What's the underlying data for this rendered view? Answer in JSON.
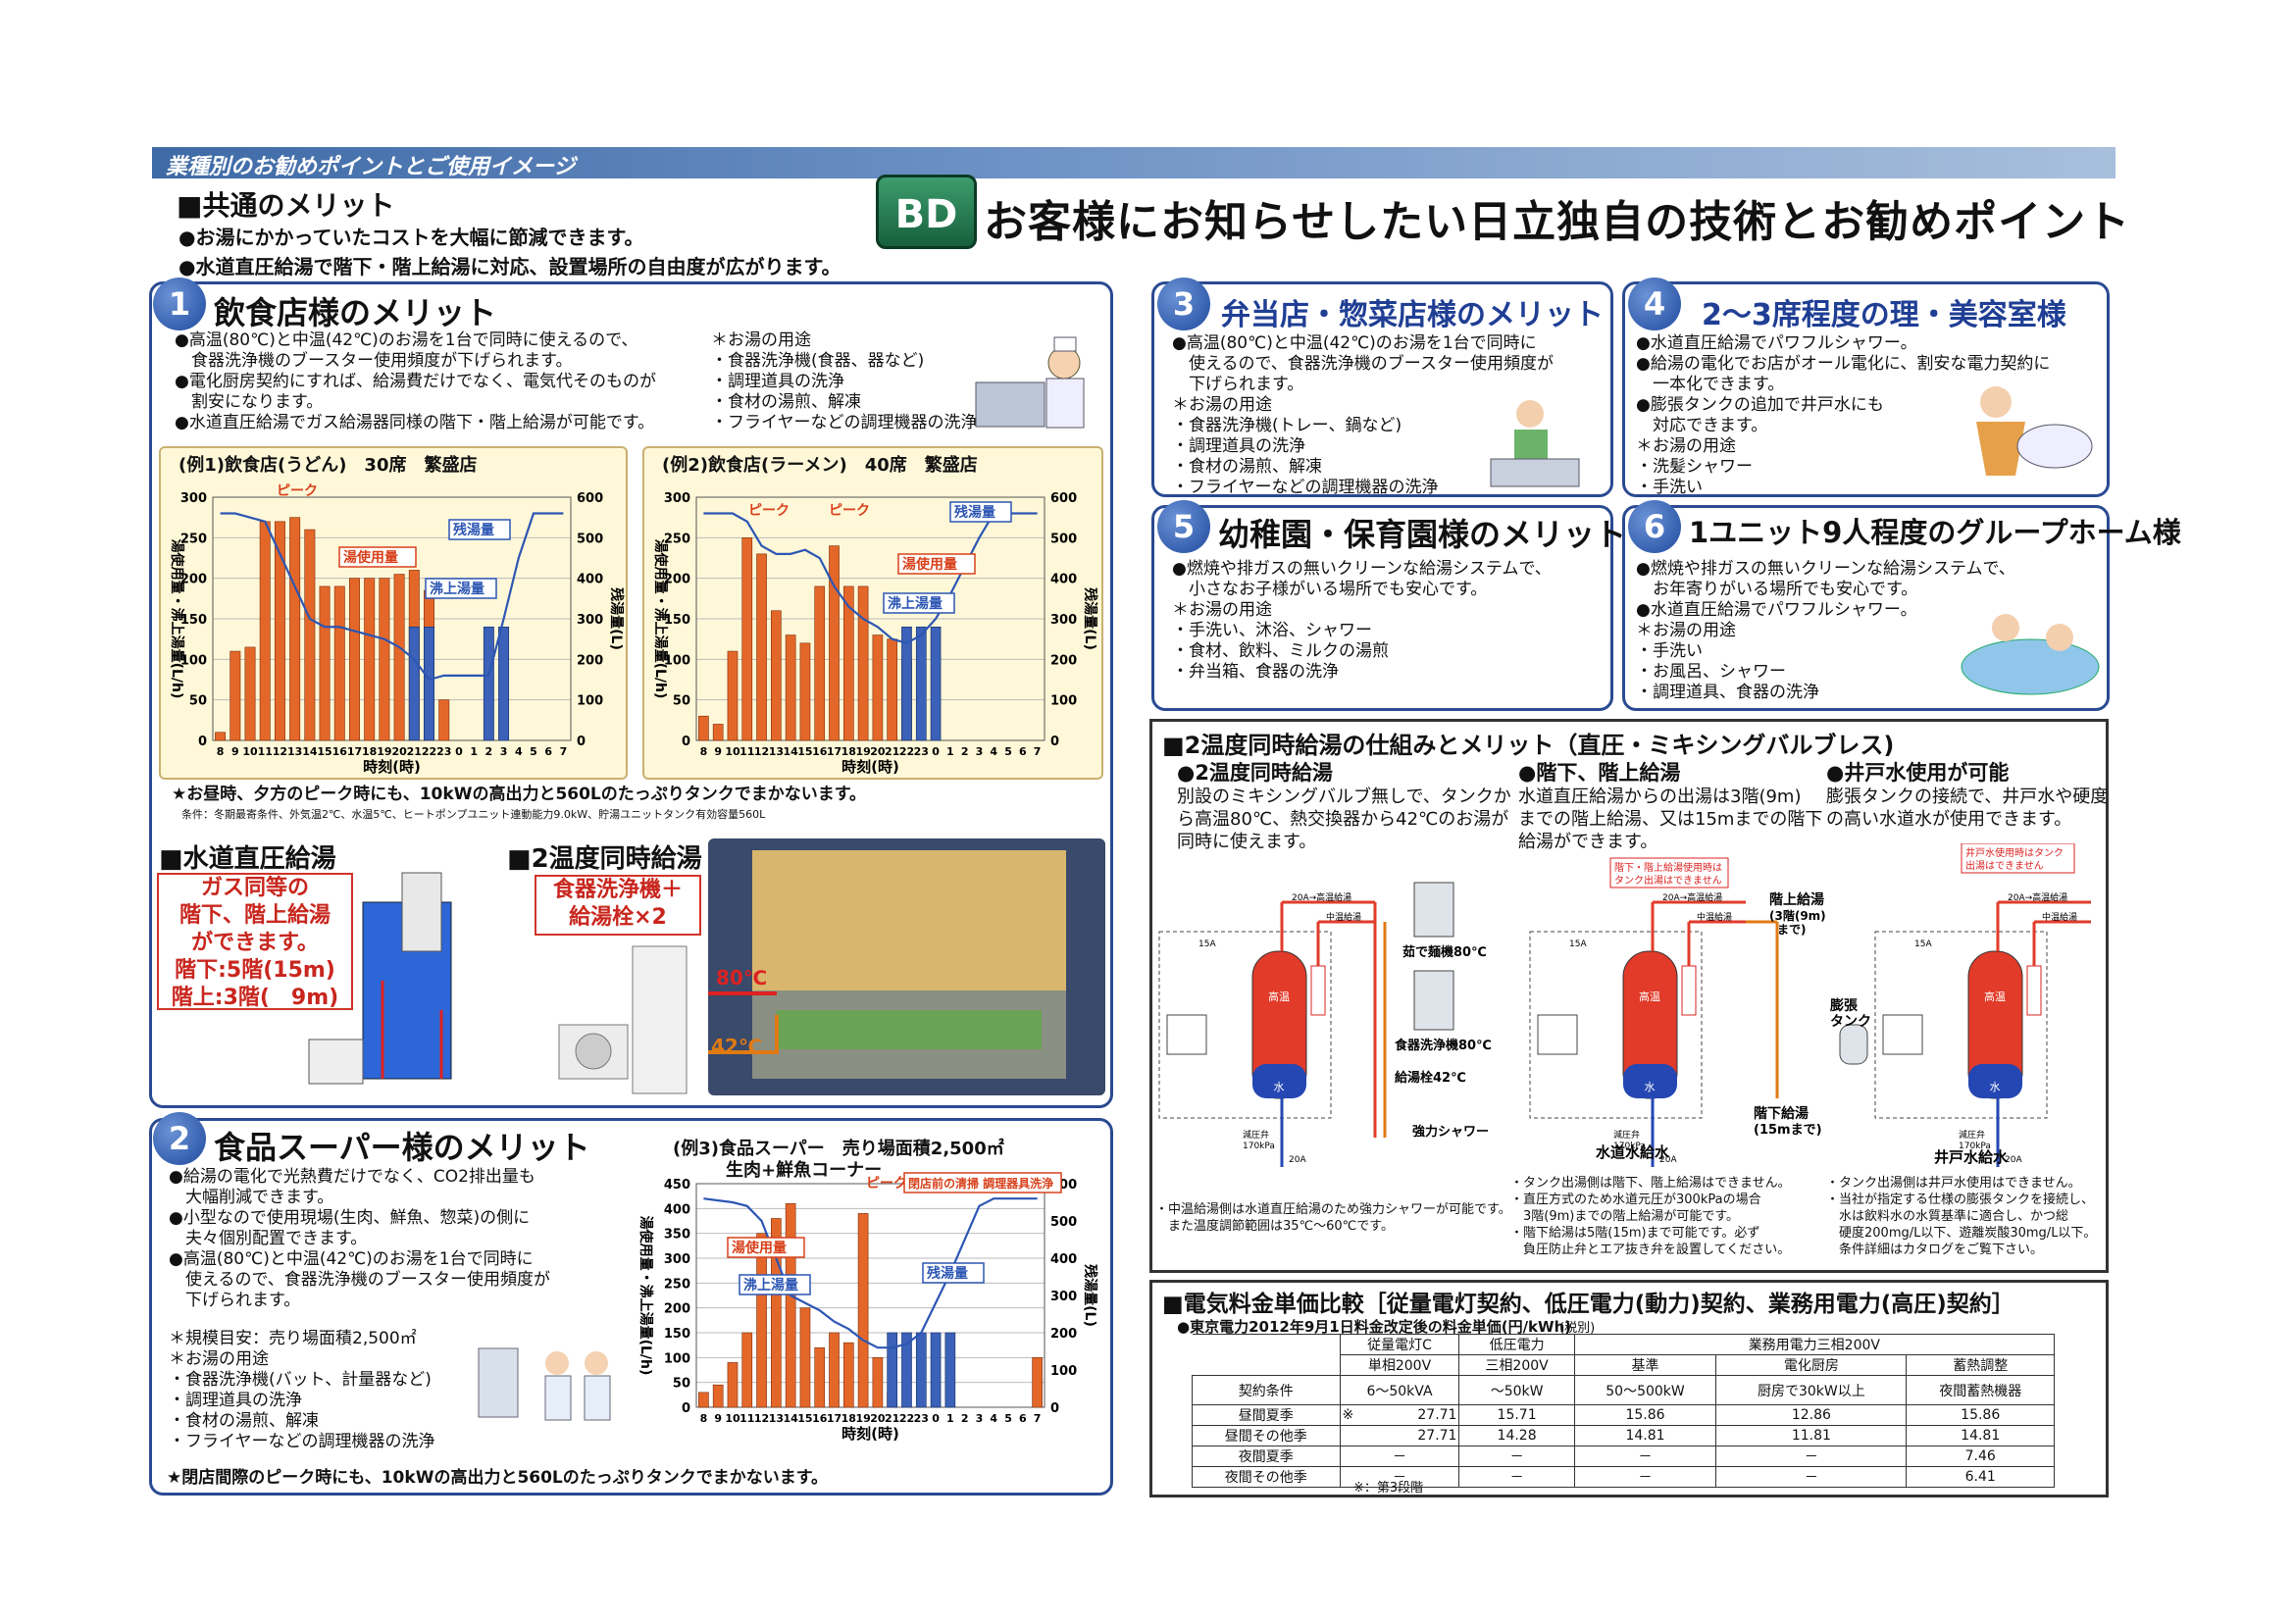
{
  "header": {
    "bar": "業種別のお勧めポイントとご使用イメージ",
    "common_title": "■共通のメリット",
    "common": [
      "●お湯にかかっていたコストを大幅に節減できます。",
      "●水道直圧給湯で階下・階上給湯に対応、設置場所の自由度が広がります。"
    ],
    "badge": "BD",
    "title": "お客様にお知らせしたい日立独自の技術とお勧めポイント"
  },
  "p1": {
    "num": "1",
    "title": "飲食店様のメリット",
    "lines": [
      "●高温(80℃)と中温(42℃)のお湯を1台で同時に使えるので、",
      "　食器洗浄機のブースター使用頻度が下げられます。",
      "●電化厨房契約にすれば、給湯費だけでなく、電気代そのものが",
      "　割安になります。",
      "●水道直圧給湯でガス給湯器同様の階下・階上給湯が可能です。"
    ],
    "uses_title": "＊お湯の用途",
    "uses": [
      "・食器洗浄機(食器、器など)",
      "・調理道具の洗浄",
      "・食材の湯煎、解凍",
      "・フライヤーなどの調理機器の洗浄"
    ],
    "foot1": "★お昼時、夕方のピーク時にも、10kWの高出力と560Lのたっぷりタンクでまかないます。",
    "foot2": "条件：冬期最寄条件、外気温2℃、水温5℃、ヒートポンプユニット連動能力9.0kW、貯湯ユニットタンク有効容量560L"
  },
  "chart_data": [
    {
      "type": "bar",
      "title": "(例1)飲食店(うどん)　30席　繁盛店",
      "xlabel": "時刻(時)",
      "ylabel": "湯使用量・沸上湯量(L/h)",
      "y2label": "残湯量(L)",
      "ylim": [
        0,
        300
      ],
      "y2lim": [
        0,
        600
      ],
      "yticks": [
        "300",
        "250",
        "200",
        "150",
        "100",
        "50",
        "0"
      ],
      "y2ticks": [
        "600",
        "500",
        "400",
        "300",
        "200",
        "100",
        "0"
      ],
      "categories": [
        "8",
        "9",
        "10",
        "11",
        "12",
        "13",
        "14",
        "15",
        "16",
        "17",
        "18",
        "19",
        "20",
        "21",
        "22",
        "23",
        "0",
        "1",
        "2",
        "3",
        "4",
        "5",
        "6",
        "7"
      ],
      "series": [
        {
          "name": "湯使用量",
          "values": [
            10,
            110,
            115,
            270,
            270,
            275,
            260,
            190,
            190,
            200,
            200,
            200,
            205,
            210,
            185,
            50,
            0,
            0,
            0,
            0,
            0,
            0,
            0,
            0
          ]
        },
        {
          "name": "沸上湯量",
          "values": [
            0,
            0,
            0,
            0,
            0,
            0,
            0,
            0,
            0,
            0,
            0,
            0,
            0,
            140,
            140,
            0,
            0,
            0,
            140,
            140,
            0,
            0,
            0,
            0
          ]
        },
        {
          "name": "残湯量",
          "values": [
            560,
            560,
            550,
            540,
            460,
            380,
            300,
            280,
            280,
            270,
            260,
            250,
            230,
            200,
            150,
            160,
            160,
            160,
            160,
            300,
            450,
            560,
            560,
            560
          ]
        }
      ],
      "labels": {
        "peak": "ピーク",
        "use": "湯使用量",
        "heat": "沸上湯量",
        "remain": "残湯量"
      }
    },
    {
      "type": "bar",
      "title": "(例2)飲食店(ラーメン)　40席　繁盛店",
      "xlabel": "時刻(時)",
      "ylabel": "湯使用量・沸上湯量(L/h)",
      "y2label": "残湯量(L)",
      "ylim": [
        0,
        300
      ],
      "y2lim": [
        0,
        600
      ],
      "yticks": [
        "300",
        "250",
        "200",
        "150",
        "100",
        "50",
        "0"
      ],
      "y2ticks": [
        "600",
        "500",
        "400",
        "300",
        "200",
        "100",
        "0"
      ],
      "categories": [
        "8",
        "9",
        "10",
        "11",
        "12",
        "13",
        "14",
        "15",
        "16",
        "17",
        "18",
        "19",
        "20",
        "21",
        "22",
        "23",
        "0",
        "1",
        "2",
        "3",
        "4",
        "5",
        "6",
        "7"
      ],
      "series": [
        {
          "name": "湯使用量",
          "values": [
            30,
            20,
            110,
            250,
            230,
            160,
            130,
            120,
            190,
            240,
            190,
            190,
            130,
            125,
            100,
            0,
            0,
            0,
            0,
            0,
            0,
            0,
            0,
            0
          ]
        },
        {
          "name": "沸上湯量",
          "values": [
            0,
            0,
            0,
            0,
            0,
            0,
            0,
            0,
            0,
            0,
            0,
            0,
            0,
            0,
            140,
            140,
            140,
            0,
            0,
            0,
            0,
            0,
            0,
            0
          ]
        },
        {
          "name": "残湯量",
          "values": [
            560,
            560,
            560,
            540,
            480,
            460,
            460,
            470,
            450,
            380,
            330,
            300,
            280,
            250,
            240,
            260,
            300,
            360,
            430,
            500,
            560,
            560,
            560,
            560
          ]
        }
      ],
      "labels": {
        "peak1": "ピーク",
        "peak2": "ピーク",
        "use": "湯使用量",
        "heat": "沸上湯量",
        "remain": "残湯量"
      }
    },
    {
      "type": "bar",
      "title": "(例3)食品スーパー　売り場面積2,500㎡",
      "subtitle": "生肉+鮮魚コーナー",
      "xlabel": "時刻(時)",
      "ylabel": "湯使用量・沸上湯量(L/h)",
      "y2label": "残湯量(L)",
      "ylim": [
        0,
        450
      ],
      "y2lim": [
        0,
        600
      ],
      "yticks": [
        "450",
        "400",
        "350",
        "300",
        "250",
        "200",
        "150",
        "100",
        "50",
        "0"
      ],
      "y2ticks": [
        "600",
        "500",
        "400",
        "300",
        "200",
        "100",
        "0"
      ],
      "categories": [
        "8",
        "9",
        "10",
        "11",
        "12",
        "13",
        "14",
        "15",
        "16",
        "17",
        "18",
        "19",
        "20",
        "21",
        "22",
        "23",
        "0",
        "1",
        "2",
        "3",
        "4",
        "5",
        "6",
        "7"
      ],
      "series": [
        {
          "name": "湯使用量",
          "values": [
            30,
            45,
            90,
            150,
            350,
            380,
            410,
            200,
            120,
            150,
            130,
            390,
            100,
            30,
            0,
            0,
            0,
            0,
            0,
            0,
            0,
            0,
            0,
            100
          ]
        },
        {
          "name": "沸上湯量",
          "values": [
            0,
            0,
            0,
            0,
            0,
            0,
            0,
            0,
            0,
            0,
            0,
            0,
            0,
            150,
            150,
            150,
            150,
            150,
            0,
            0,
            0,
            0,
            0,
            0
          ]
        },
        {
          "name": "残湯量",
          "values": [
            560,
            555,
            550,
            540,
            500,
            400,
            300,
            280,
            260,
            230,
            210,
            180,
            160,
            160,
            170,
            200,
            280,
            360,
            450,
            540,
            560,
            560,
            560,
            560
          ]
        }
      ],
      "labels": {
        "peak": "ピーク",
        "closing": "閉店前の清掃 調理器具洗浄",
        "use": "湯使用量",
        "heat": "沸上湯量",
        "remain": "残湯量"
      }
    }
  ],
  "direct": {
    "title": "■水道直圧給湯",
    "box": [
      "ガス同等の",
      "階下、階上給湯",
      "ができます。",
      "階下:5階(15m)",
      "階上:3階(　9m)"
    ]
  },
  "dual": {
    "title": "■2温度同時給湯",
    "box": [
      "食器洗浄機＋",
      "給湯栓×2"
    ],
    "t80": "80℃",
    "t42": "42℃"
  },
  "p2": {
    "num": "2",
    "title": "食品スーパー様のメリット",
    "lines": [
      "●給湯の電化で光熱費だけでなく、CO2排出量も",
      "　大幅削減できます。",
      "●小型なので使用現場(生肉、鮮魚、惣菜)の側に",
      "　夫々個別配置できます。",
      "●高温(80℃)と中温(42℃)のお湯を1台で同時に",
      "　使えるので、食器洗浄機のブースター使用頻度が",
      "　下げられます。"
    ],
    "scale": "＊規模目安：売り場面積2,500㎡",
    "uses_title": "＊お湯の用途",
    "uses": [
      "・食器洗浄機(バット、計量器など)",
      "・調理道具の洗浄",
      "・食材の湯煎、解凍",
      "・フライヤーなどの調理機器の洗浄"
    ],
    "foot": "★閉店間際のピーク時にも、10kWの高出力と560Lのたっぷりタンクでまかないます。"
  },
  "p3": {
    "num": "3",
    "title": "弁当店・惣菜店様のメリット",
    "lines": [
      "●高温(80℃)と中温(42℃)のお湯を1台で同時に",
      "　使えるので、食器洗浄機のブースター使用頻度が",
      "　下げられます。",
      "＊お湯の用途",
      "・食器洗浄機(トレー、鍋など)",
      "・調理道具の洗浄",
      "・食材の湯煎、解凍",
      "・フライヤーなどの調理機器の洗浄"
    ]
  },
  "p4": {
    "num": "4",
    "title": "2～3席程度の理・美容室様",
    "lines": [
      "●水道直圧給湯でパワフルシャワー。",
      "●給湯の電化でお店がオール電化に、割安な電力契約に",
      "　一本化できます。",
      "●膨張タンクの追加で井戸水にも",
      "　対応できます。",
      "＊お湯の用途",
      "・洗髪シャワー",
      "・手洗い"
    ]
  },
  "p5": {
    "num": "5",
    "title": "幼稚園・保育園様のメリット",
    "lines": [
      "●燃焼や排ガスの無いクリーンな給湯システムで、",
      "　小さなお子様がいる場所でも安心です。",
      "",
      "＊お湯の用途",
      "・手洗い、沐浴、シャワー",
      "・食材、飲料、ミルクの湯煎",
      "・弁当箱、食器の洗浄"
    ]
  },
  "p6": {
    "num": "6",
    "title": "1ユニット9人程度のグループホーム様",
    "lines": [
      "●燃焼や排ガスの無いクリーンな給湯システムで、",
      "　お年寄りがいる場所でも安心です。",
      "●水道直圧給湯でパワフルシャワー。",
      "",
      "＊お湯の用途",
      "・手洗い",
      "・お風呂、シャワー",
      "・調理道具、食器の洗浄"
    ]
  },
  "mech": {
    "title": "■2温度同時給湯の仕組みとメリット（直圧・ミキシングバルブレス)",
    "c1": {
      "head": "●2温度同時給湯",
      "lines": [
        "別設のミキシングバルブ無しで、タンクか",
        "ら高温80℃、熱交換器から42℃のお湯が",
        "同時に使えます。"
      ]
    },
    "c2": {
      "head": "●階下、階上給湯",
      "lines": [
        "水道直圧給湯からの出湯は3階(9m)",
        "までの階上給湯、又は15mまでの階下",
        "給湯ができます。"
      ]
    },
    "c3": {
      "head": "●井戸水使用が可能",
      "lines": [
        "膨張タンクの接続で、井戸水や硬度",
        "の高い水道水が使用できます。"
      ]
    },
    "labels": {
      "tank": "高温",
      "water": "水",
      "udon": "茹で麺機80℃",
      "dish": "食器洗浄機80℃",
      "tap42": "給湯栓42℃",
      "shower": "強力シャワー",
      "up": "階上給湯",
      "up2": "(3階(9m)",
      "up3": "まで)",
      "down": "階下給湯",
      "down2": "(15mまで)",
      "city": "水道水給水",
      "well": "井戸水給水",
      "exp": "膨張",
      "exp2": "タンク",
      "warn1": "階下・階上給湯使用時は",
      "warn1b": "タンク出湯はできません",
      "warn2": "井戸水使用時はタンク",
      "warn2b": "出湯はできません",
      "a20": "20A→高温給湯",
      "a20b": "中温給湯",
      "a20c": "→20A",
      "a15": "15A",
      "pv": "減圧弁",
      "pv2": "170kPa",
      "a20d": "20A"
    },
    "n1": [
      "・中温給湯側は水道直圧給湯のため強力シャワーが可能です。",
      "　また温度調節範囲は35℃～60℃です。"
    ],
    "n2": [
      "・タンク出湯側は階下、階上給湯はできません。",
      "・直圧方式のため水道元圧が300kPaの場合",
      "　3階(9m)までの階上給湯が可能です。",
      "・階下給湯は5階(15m)まで可能です。必ず",
      "　負圧防止弁とエア抜き弁を設置してください。"
    ],
    "n3": [
      "・タンク出湯側は井戸水使用はできません。",
      "・当社が指定する仕様の膨張タンクを接続し、",
      "　水は飲料水の水質基準に適合し、かつ総",
      "　硬度200mg/L以下、遊離炭酸30mg/L以下。",
      "　条件詳細はカタログをご覧下さい。"
    ]
  },
  "elec": {
    "title": "■電気料金単価比較［従量電灯契約、低圧電力(動力)契約、業務用電力(高圧)契約］",
    "sub": "●東京電力2012年9月1日料金改定後の料金単価(円/kWh)",
    "tax": "(税別)",
    "h1": [
      "",
      "従量電灯C",
      "低圧電力",
      "業務用電力三相200V"
    ],
    "h2": [
      "",
      "単相200V",
      "三相200V",
      "基準",
      "電化厨房",
      "蓄熱調整"
    ],
    "h3": [
      "契約条件",
      "6～50kVA",
      "～50kW",
      "50～500kW",
      "厨房で30kW以上",
      "夜間蓄熱機器"
    ],
    "rows": [
      [
        "昼間夏季",
        "27.71",
        "15.71",
        "15.86",
        "12.86",
        "15.86"
      ],
      [
        "昼間その他季",
        "27.71",
        "14.28",
        "14.81",
        "11.81",
        "14.81"
      ],
      [
        "夜間夏季",
        "－",
        "－",
        "－",
        "－",
        "7.46"
      ],
      [
        "夜間その他季",
        "－",
        "－",
        "－",
        "－",
        "6.41"
      ]
    ],
    "mark": "※",
    "note": "※：第3段階"
  }
}
